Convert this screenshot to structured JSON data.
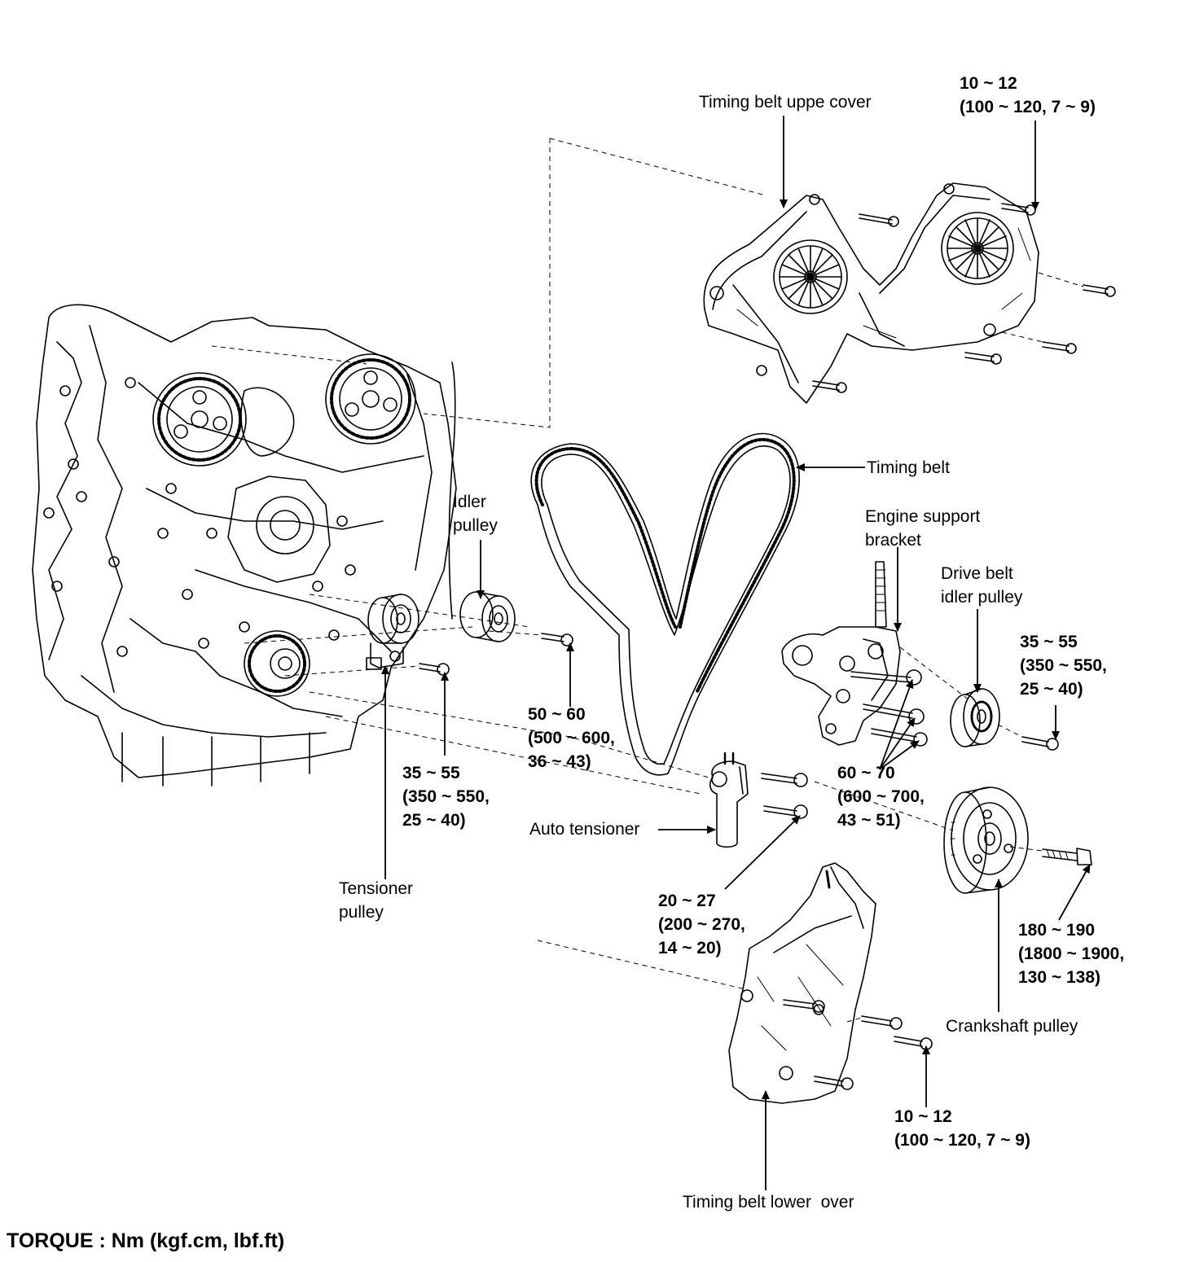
{
  "labels": {
    "timing_belt_upper_cover": "Timing belt uppe cover",
    "timing_belt": "Timing belt",
    "idler_pulley": [
      "Idler",
      "pulley"
    ],
    "engine_support_bracket": [
      "Engine support",
      "bracket"
    ],
    "drive_belt_idler_pulley": [
      "Drive belt",
      "idler pulley"
    ],
    "tensioner_pulley": [
      "Tensioner",
      "pulley"
    ],
    "auto_tensioner": "Auto tensioner",
    "crankshaft_pulley": "Crankshaft pulley",
    "timing_belt_lower_cover": "Timing belt lower  over"
  },
  "torques": {
    "upper_cover_bolts": [
      "10 ~ 12",
      "(100 ~ 120, 7 ~ 9)"
    ],
    "idler_pulley_bolt": [
      "50 ~ 60",
      "(500 ~ 600,",
      "36 ~ 43)"
    ],
    "tensioner_pulley_bolt": [
      "35 ~ 55",
      "(350 ~ 550,",
      "25 ~ 40)"
    ],
    "drive_belt_idler_bolt": [
      "35 ~ 55",
      "(350 ~ 550,",
      "25 ~ 40)"
    ],
    "support_bracket_bolts": [
      "60 ~ 70",
      "(600 ~ 700,",
      "43 ~ 51)"
    ],
    "auto_tensioner_bolts": [
      "20 ~ 27",
      "(200 ~ 270,",
      "14 ~ 20)"
    ],
    "crankshaft_pulley_bolt": [
      "180 ~ 190",
      "(1800 ~ 1900,",
      "130 ~ 138)"
    ],
    "lower_cover_bolts": [
      "10 ~ 12",
      "(100 ~ 120, 7 ~ 9)"
    ]
  },
  "footer": "TORQUE : Nm (kgf.cm, lbf.ft)"
}
